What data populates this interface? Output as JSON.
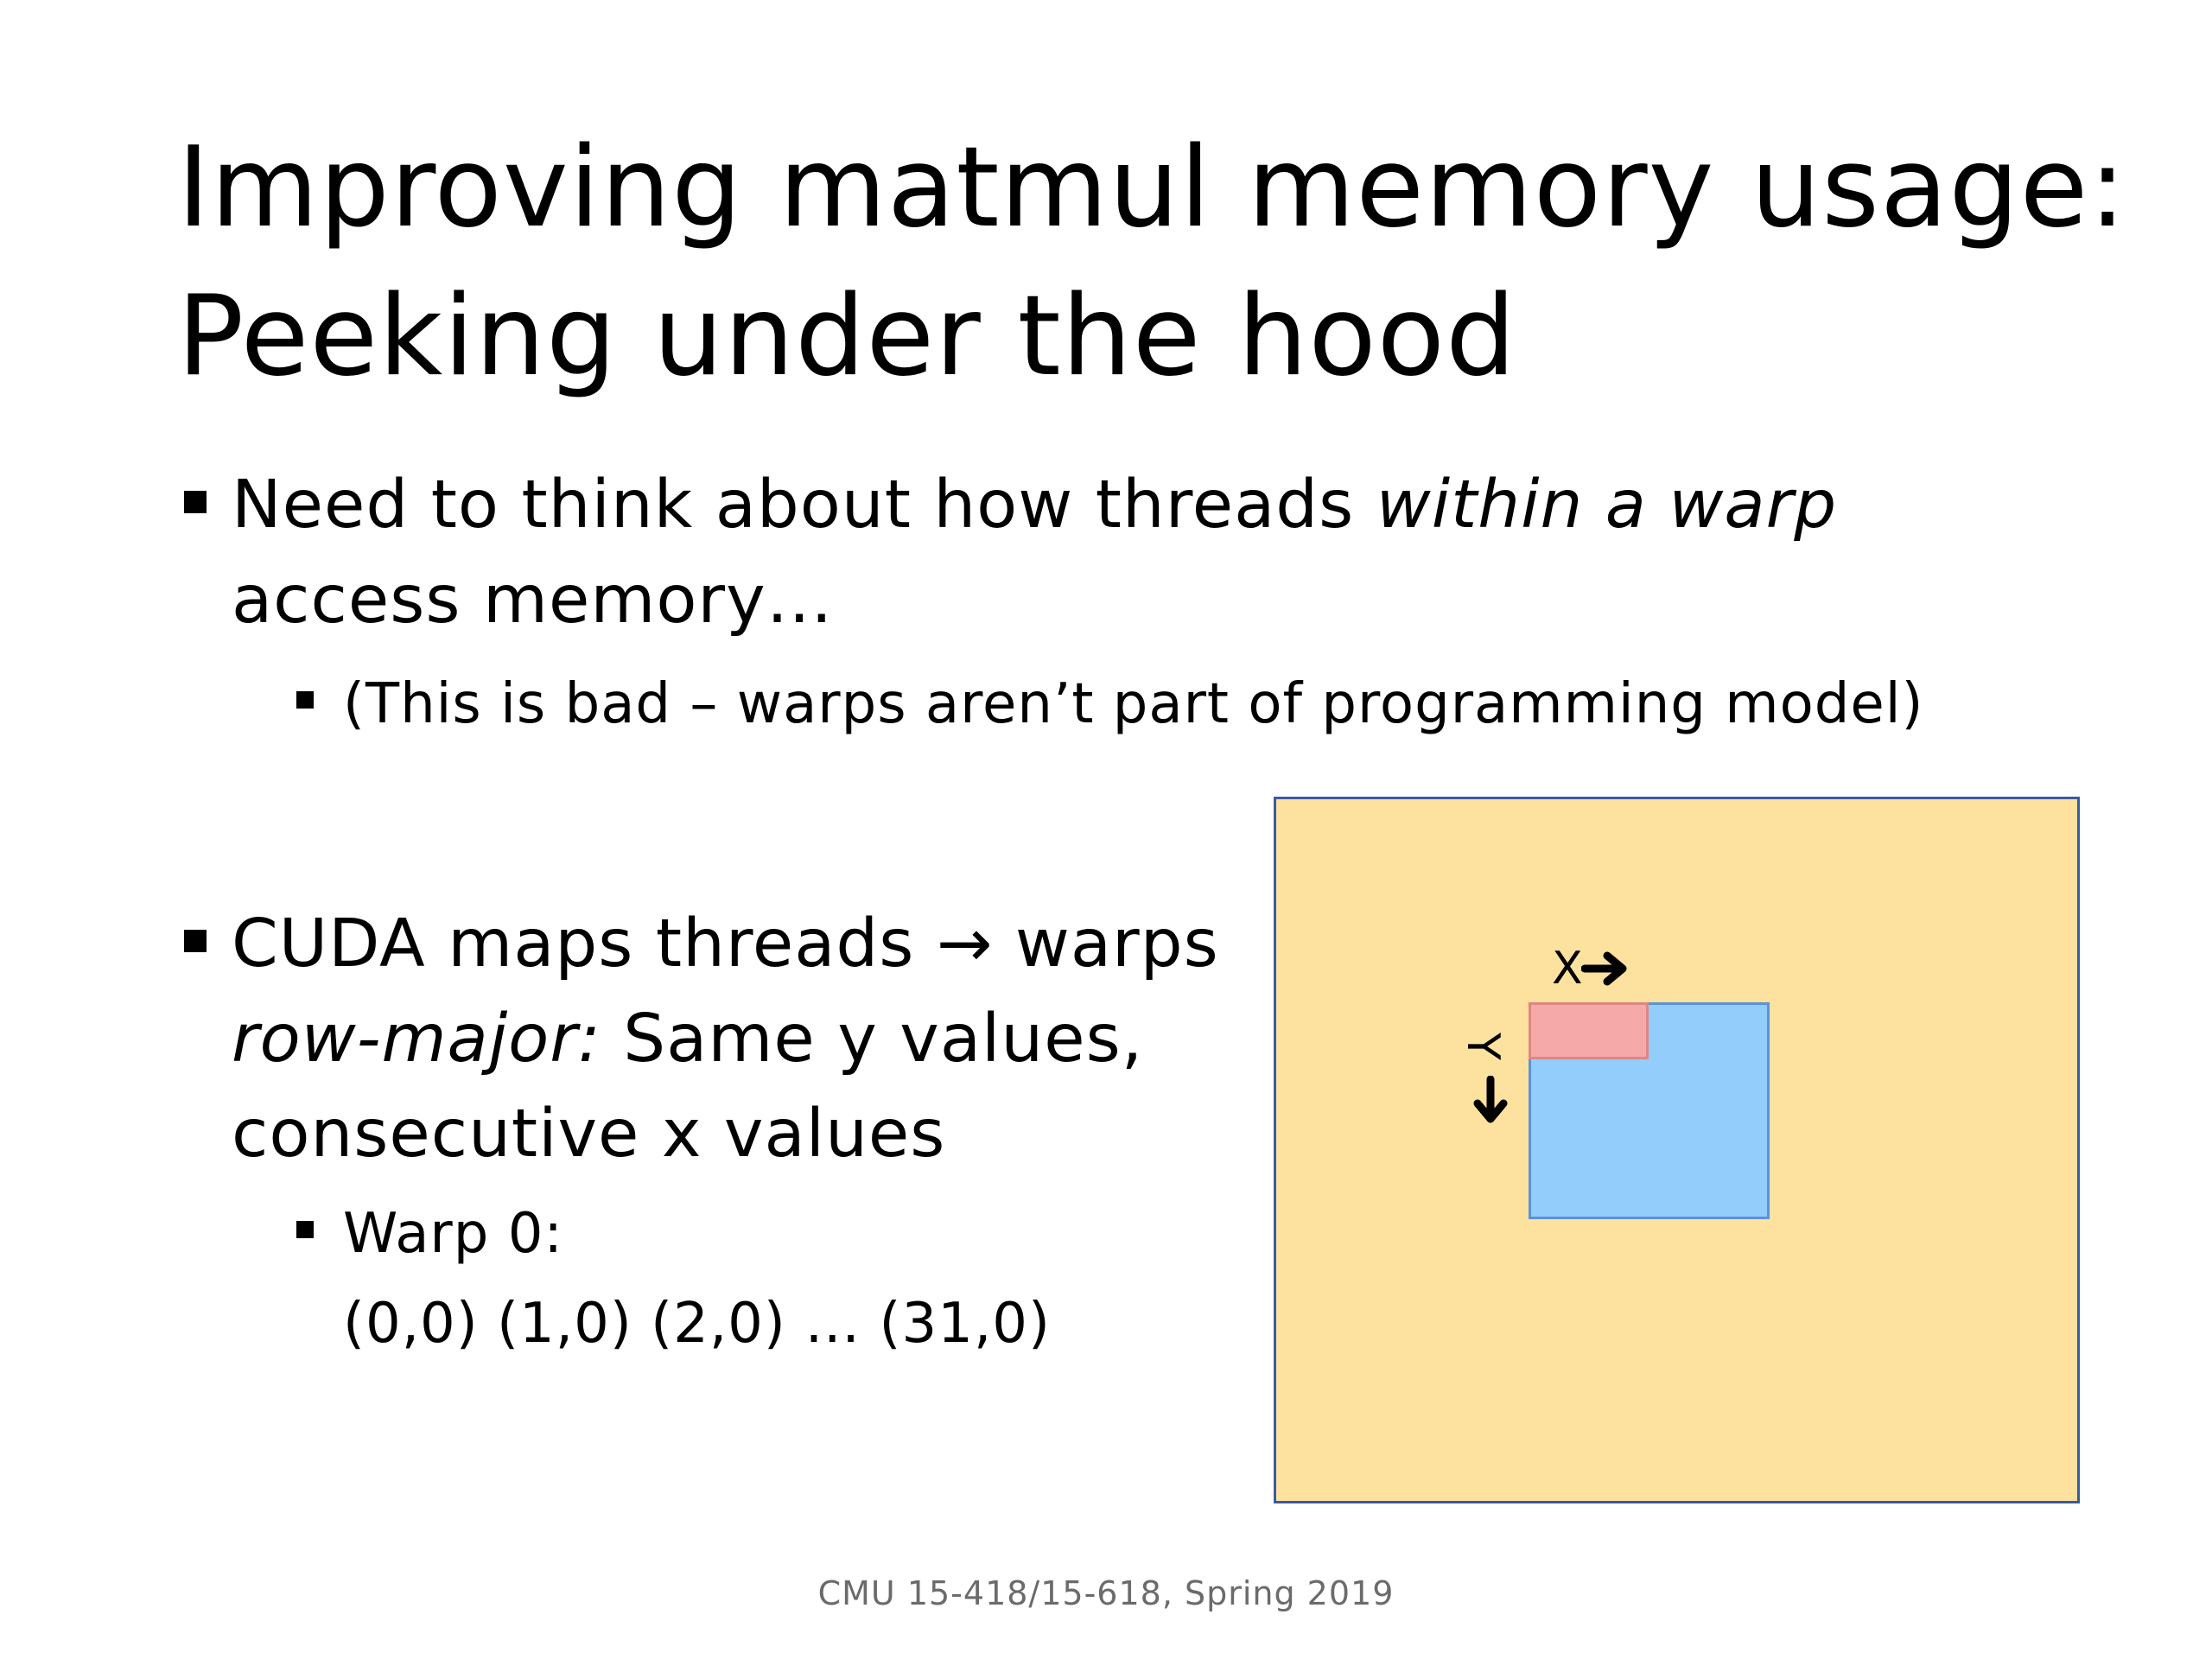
{
  "slide": {
    "title_line1": "Improving matmul memory usage:",
    "title_line2": "Peeking under the hood",
    "bullet1": {
      "text_a": "Need to think about how threads ",
      "text_em": "within a warp",
      "text_b": "access memory…",
      "sub": "(This is bad – warps aren’t part of programming model)"
    },
    "bullet2": {
      "text_a": "CUDA maps threads ",
      "arrow": "→",
      "text_b": " warps",
      "text_em": "row-major:",
      "text_c": " Same y values,",
      "text_d": "consecutive x values",
      "sub_line1": "Warp 0:",
      "sub_line2": "(0,0) (1,0) (2,0) … (31,0)"
    },
    "diagram": {
      "x_label": "X",
      "y_label": "Y",
      "colors": {
        "grid": "#FDE19E",
        "block": "#93CDFB",
        "warp": "#F5A9A9",
        "border": "#3B5AA0"
      }
    },
    "footer": "CMU 15-418/15-618, Spring 2019"
  }
}
